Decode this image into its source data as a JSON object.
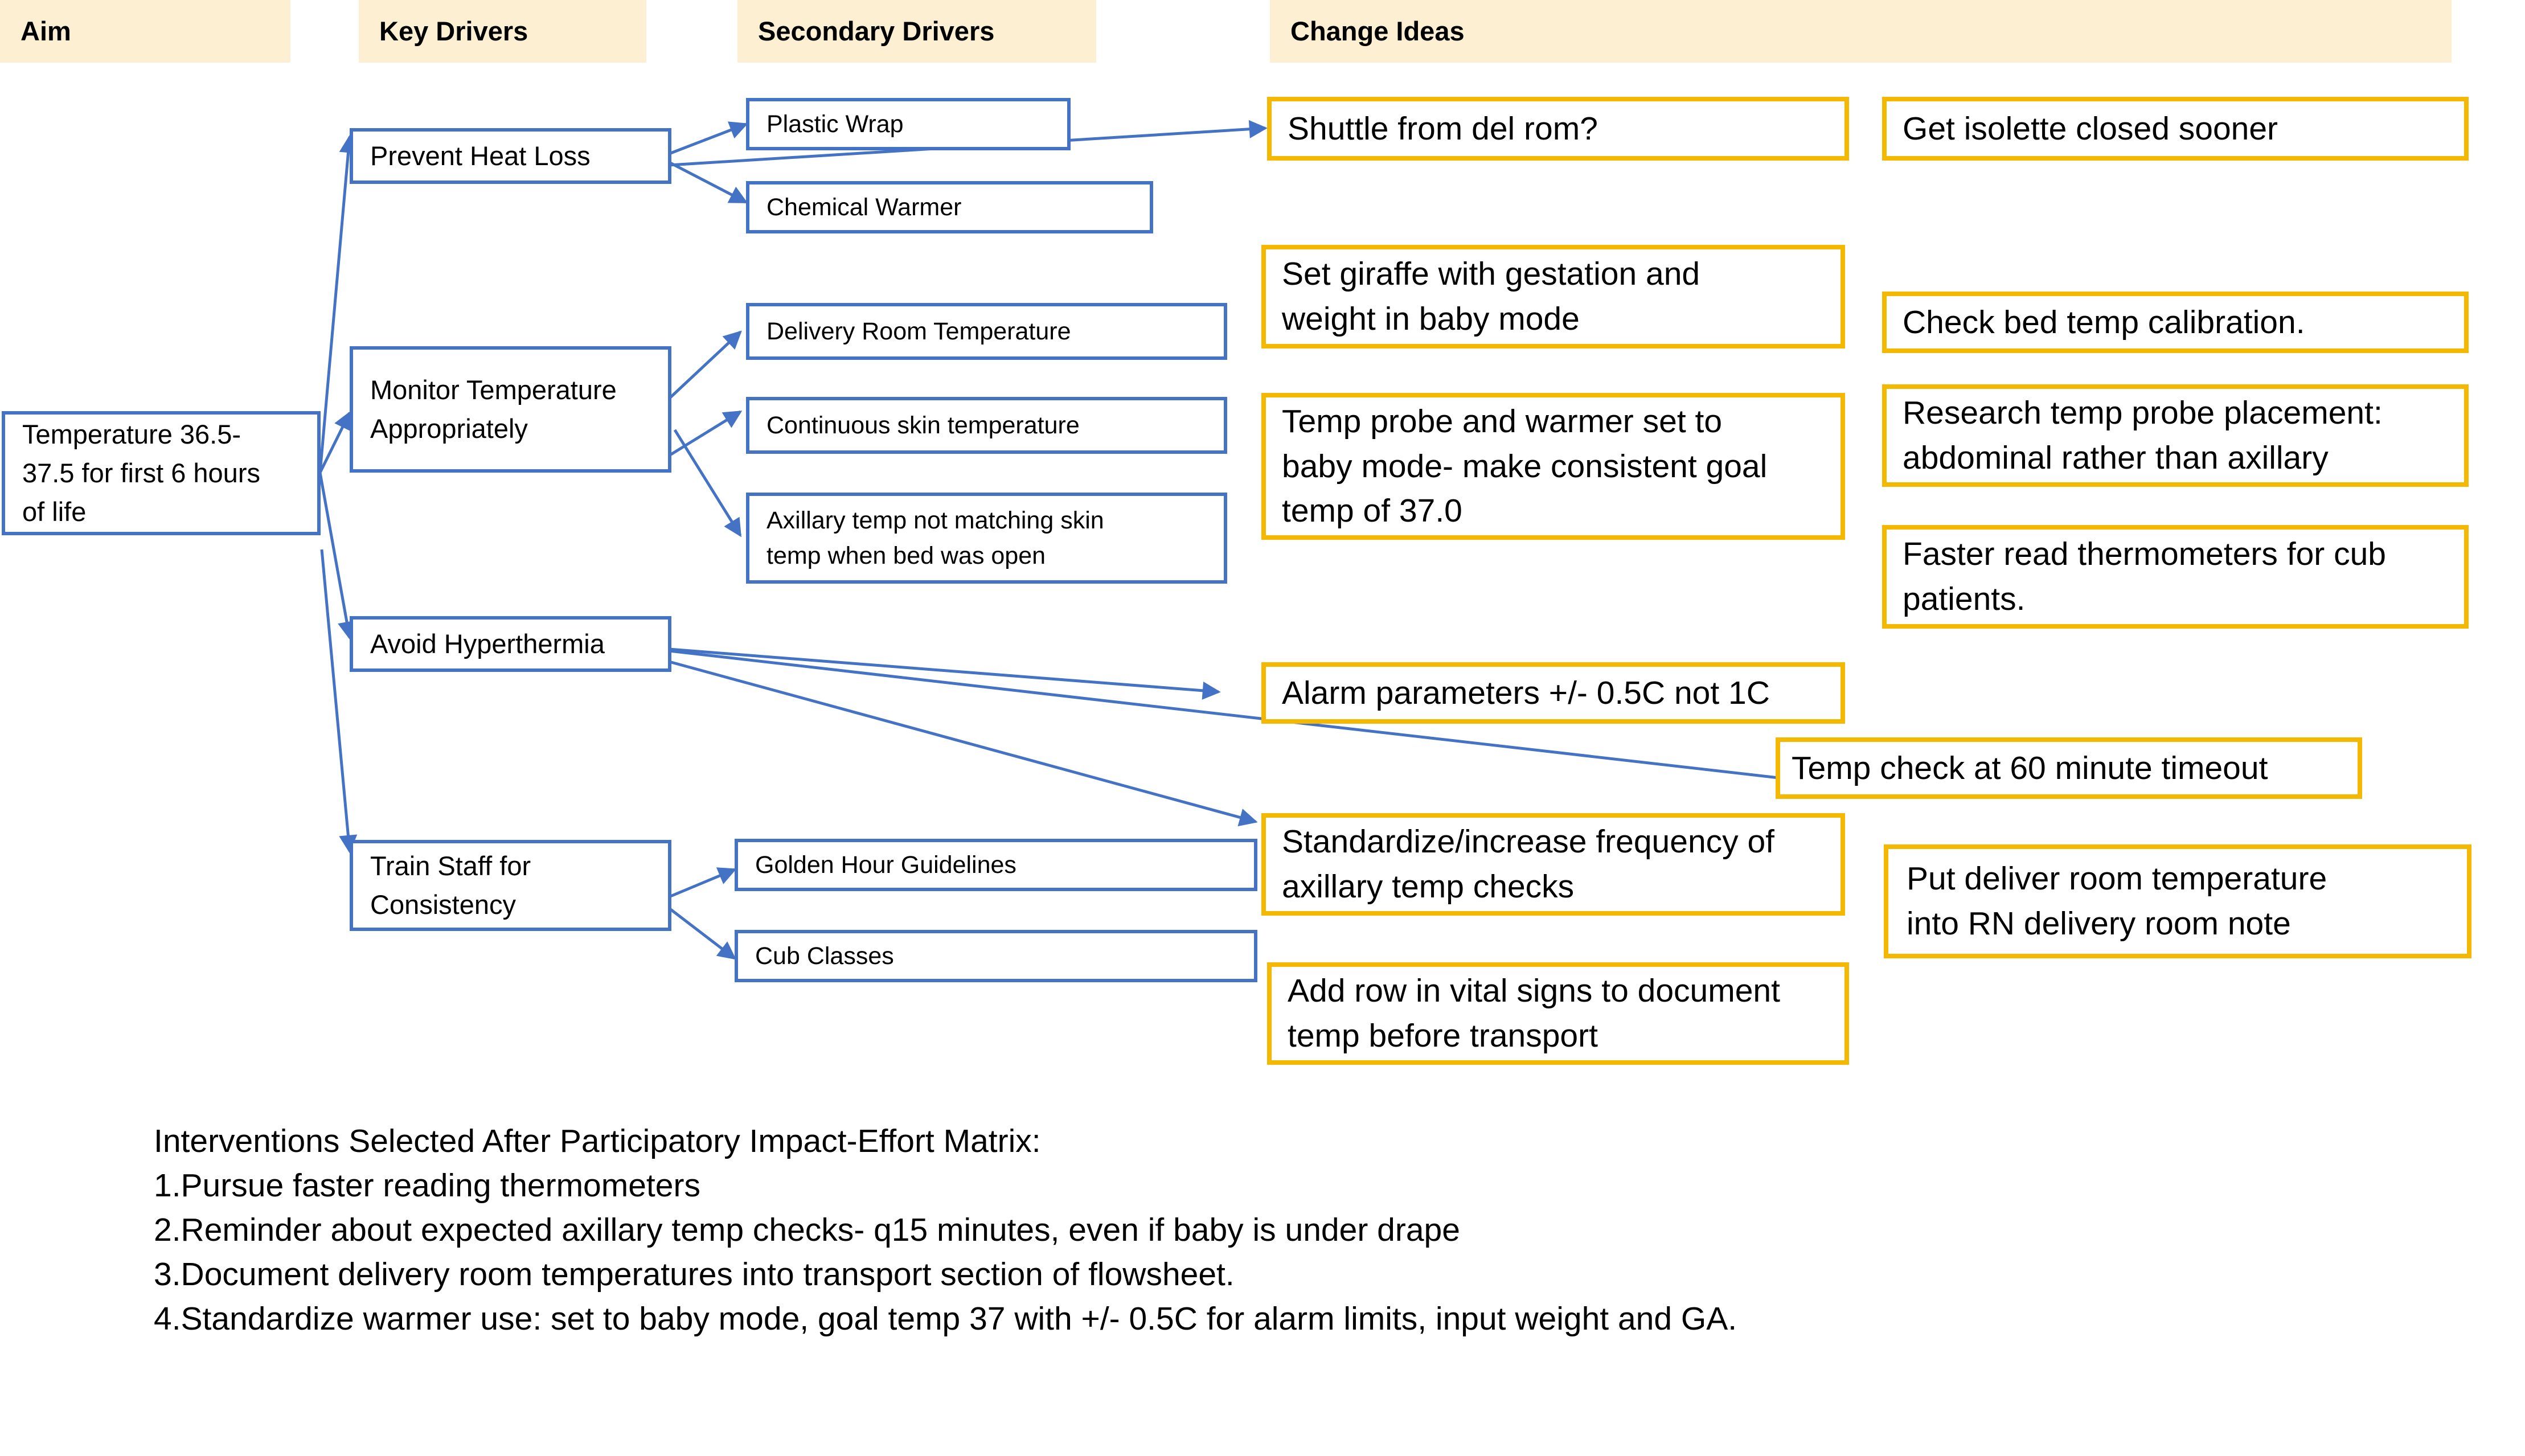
{
  "headers": {
    "aim": "Aim",
    "key_drivers": "Key Drivers",
    "secondary_drivers": "Secondary Drivers",
    "change_ideas": "Change Ideas"
  },
  "aim": {
    "text": "Temperature 36.5-\n37.5 for first 6 hours\nof life"
  },
  "key_drivers": [
    "Prevent Heat Loss",
    "Monitor Temperature\nAppropriately",
    "Avoid Hyperthermia",
    "Train Staff for\nConsistency"
  ],
  "secondary_drivers": [
    "Plastic Wrap",
    "Chemical Warmer",
    "Delivery Room Temperature",
    "Continuous skin temperature",
    "Axillary temp not matching skin\ntemp when bed was open",
    "Golden Hour Guidelines",
    "Cub Classes"
  ],
  "change_ideas": [
    "Shuttle from del rom?",
    "Get isolette closed sooner",
    "Set giraffe with gestation and\nweight in baby mode",
    "Check bed temp calibration.",
    "Temp probe and warmer set to\nbaby mode- make consistent goal\ntemp of 37.0",
    "Research temp probe placement:\nabdominal rather than axillary",
    "Faster read thermometers for cub\npatients.",
    "Alarm parameters +/- 0.5C not 1C",
    "Temp check at 60 minute timeout",
    "Standardize/increase frequency of\naxillary temp checks",
    "Put deliver room temperature\ninto RN delivery  room note",
    "Add row in vital signs to document\ntemp before transport"
  ],
  "interventions": {
    "heading": "Interventions Selected After Participatory Impact-Effort Matrix:",
    "items": [
      "1.Pursue faster reading thermometers",
      "2.Reminder about expected axillary temp checks- q15 minutes, even if baby is under drape",
      "3.Document delivery room temperatures into transport section of flowsheet.",
      "4.Standardize warmer use: set to baby mode, goal temp 37 with +/- 0.5C for alarm limits, input weight and GA."
    ]
  },
  "colors": {
    "driver_border": "#4472c4",
    "change_idea_border": "#f5b800",
    "header_fill": "#fdf0d2"
  }
}
